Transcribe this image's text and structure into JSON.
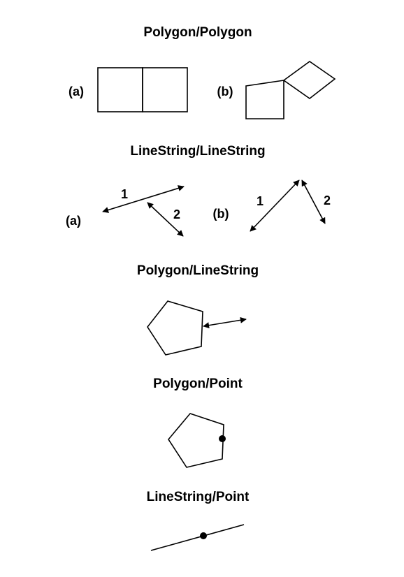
{
  "sections": [
    {
      "title": "Polygon/Polygon",
      "labels": [
        "(a)",
        "(b)"
      ]
    },
    {
      "title": "LineString/LineString",
      "labels": [
        "(a)",
        "(b)"
      ],
      "line_numbers": [
        "1",
        "2",
        "1",
        "2"
      ]
    },
    {
      "title": "Polygon/LineString"
    },
    {
      "title": "Polygon/Point"
    },
    {
      "title": "LineString/Point"
    }
  ]
}
